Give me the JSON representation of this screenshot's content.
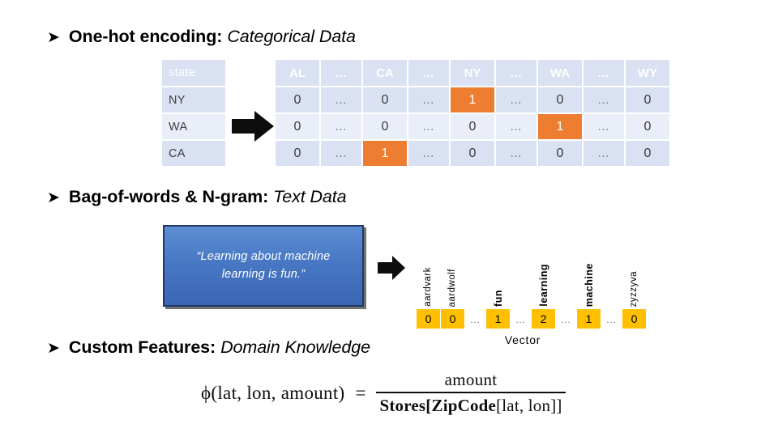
{
  "slide": {
    "bullet_glyph": "➤"
  },
  "sections": {
    "onehot": {
      "title": "One-hot encoding:",
      "subtitle": "Categorical Data",
      "arrow_icon": "right-block-arrow-icon",
      "state_table": {
        "header": "state",
        "rows": [
          "NY",
          "WA",
          "CA"
        ]
      },
      "matrix_table": {
        "headers": [
          "AL",
          "…",
          "CA",
          "…",
          "NY",
          "…",
          "WA",
          "…",
          "WY"
        ],
        "rows": [
          {
            "label": "NY",
            "cells": [
              "0",
              "…",
              "0",
              "…",
              "1",
              "…",
              "0",
              "…",
              "0"
            ],
            "hot_index": 4
          },
          {
            "label": "WA",
            "cells": [
              "0",
              "…",
              "0",
              "…",
              "0",
              "…",
              "1",
              "…",
              "0"
            ],
            "hot_index": 6
          },
          {
            "label": "CA",
            "cells": [
              "0",
              "…",
              "1",
              "…",
              "0",
              "…",
              "0",
              "…",
              "0"
            ],
            "hot_index": 2
          }
        ]
      }
    },
    "bow": {
      "title": "Bag-of-words & N-gram:",
      "subtitle": "Text Data",
      "arrow_icon": "right-block-arrow-icon",
      "sentence": "“Learning about machine learning is fun.”",
      "vector": {
        "caption": "Vector",
        "columns": [
          {
            "label": "aardvark",
            "value": "0",
            "gap": false,
            "bold": false
          },
          {
            "label": "aardwolf",
            "value": "0",
            "gap": false,
            "bold": false
          },
          {
            "label": "",
            "value": "…",
            "gap": true,
            "bold": false
          },
          {
            "label": "fun",
            "value": "1",
            "gap": false,
            "bold": true
          },
          {
            "label": "",
            "value": "…",
            "gap": true,
            "bold": false
          },
          {
            "label": "learning",
            "value": "2",
            "gap": false,
            "bold": true
          },
          {
            "label": "",
            "value": "…",
            "gap": true,
            "bold": false
          },
          {
            "label": "machine",
            "value": "1",
            "gap": false,
            "bold": true
          },
          {
            "label": "",
            "value": "…",
            "gap": true,
            "bold": false
          },
          {
            "label": "zyzzyva",
            "value": "0",
            "gap": false,
            "bold": false
          }
        ]
      }
    },
    "custom": {
      "title": "Custom Features:",
      "subtitle": "Domain Knowledge",
      "formula": {
        "lhs": "ϕ(lat, lon, amount)",
        "equals": "=",
        "numerator": "amount",
        "denominator_bold_1": "Stores[ZipCode",
        "denominator_plain": "[lat, lon]]"
      }
    }
  },
  "colors": {
    "header_blue": "#5b9bd5",
    "row_light": "#eaeef8",
    "row_dark": "#d9e1f2",
    "hot_orange": "#ed7d31",
    "vector_amber": "#fec000",
    "box_blue": "#4878c4",
    "box_border": "#1f3864"
  }
}
